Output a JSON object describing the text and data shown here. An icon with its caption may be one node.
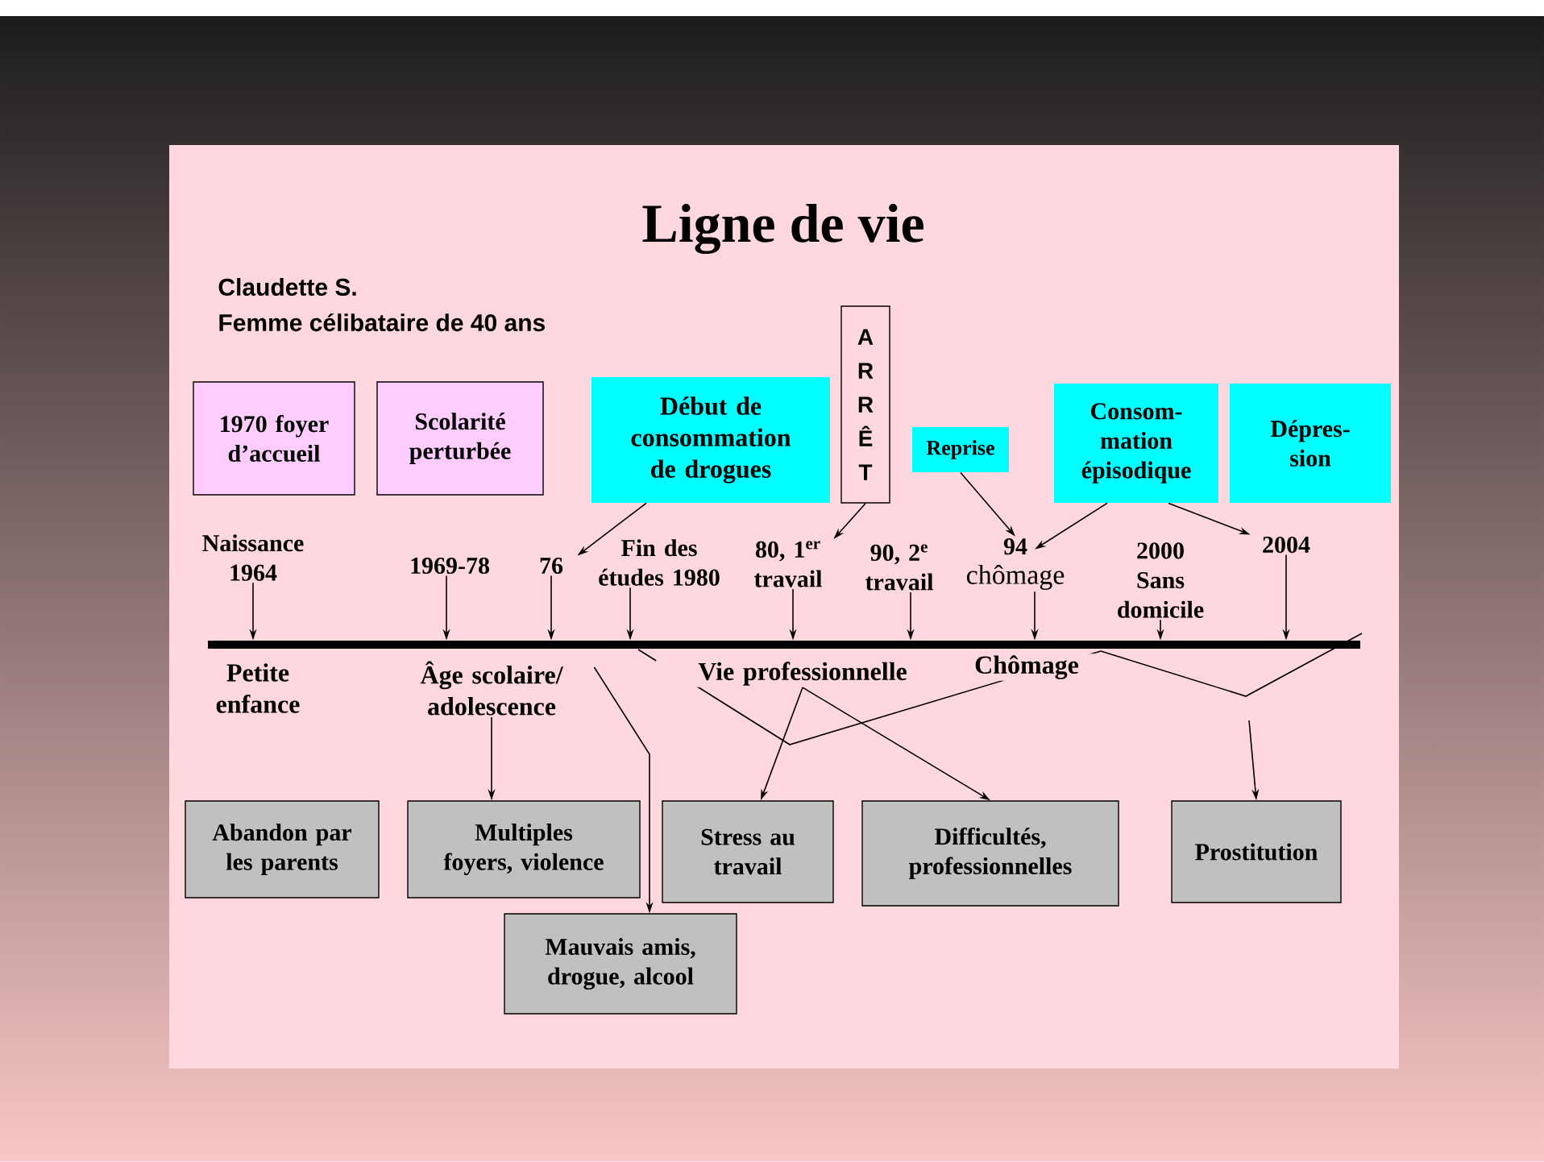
{
  "diagram": {
    "title": "Ligne de vie",
    "nodes": [
      {
        "text": [
          "1970 foyer d’accueil"
        ]
      },
      {
        "text": [
          "Scolarité perturbée"
        ]
      },
      {
        "text": [
          "Début de consommation de drogues"
        ]
      },
      {
        "text": [
          "A R R Ê T"
        ]
      },
      {
        "text": [
          "Reprise"
        ]
      },
      {
        "text": [
          "Consom-mation épisodique"
        ]
      },
      {
        "text": [
          "Dépres-sion"
        ]
      },
      {
        "text": [
          "Naissance 1964"
        ]
      },
      {
        "text": [
          "1969-78"
        ]
      },
      {
        "text": [
          "76"
        ]
      },
      {
        "text": [
          "Fin des études 1980"
        ]
      },
      {
        "text": [
          "80, 1$^{er}$ travail"
        ]
      },
      {
        "text": [
          "90, 2$^{e}$ travail"
        ]
      },
      {
        "text": [
          "94",
          "chômage"
        ]
      },
      {
        "text": [
          "2000",
          "Sans domicile"
        ]
      },
      {
        "text": [
          "2004"
        ]
      },
      {
        "text": [],
        "shape": "bar"
      },
      {
        "text": [
          "Petite enfance"
        ]
      },
      {
        "text": [
          "Âge scolaire/ adolescence"
        ]
      },
      {
        "text": [
          "Vie professionnelle"
        ]
      },
      {
        "text": [
          "Chômage"
        ]
      },
      {
        "text": [
          "Abandon par les parents"
        ]
      },
      {
        "text": [
          "Multiples foyers, violence"
        ]
      },
      {
        "text": [
          "Stress au travail"
        ]
      },
      {
        "text": [
          "Difficultés, professionnelles"
        ]
      },
      {
        "text": [
          "Prostitution"
        ]
      },
      {
        "text": [
          "Mauvais amis, drogue, alcool"
        ]
      }
    ],
    "edges": [
      {
        "from": 2,
        "to": 9,
        "arrow": "to"
      },
      {
        "from": 3,
        "to": 11,
        "arrow": "to"
      },
      {
        "from": 4,
        "to": 13,
        "arrow": "to"
      },
      {
        "from": 5,
        "to": 13,
        "arrow": "to"
      },
      {
        "from": 5,
        "to": 15,
        "arrow": "to"
      },
      {
        "from": 7,
        "to": 16,
        "arrow": "to"
      },
      {
        "from": 8,
        "to": 16,
        "arrow": "to"
      },
      {
        "from": 9,
        "to": 16,
        "arrow": "to"
      },
      {
        "from": 10,
        "to": 16,
        "arrow": "to"
      },
      {
        "from": 11,
        "to": 16,
        "arrow": "to"
      },
      {
        "from": 12,
        "to": 16,
        "arrow": "to"
      },
      {
        "from": 13,
        "to": 16,
        "arrow": "to"
      },
      {
        "from": 14,
        "to": 16,
        "arrow": "to"
      },
      {
        "from": 15,
        "to": 16,
        "arrow": "to"
      },
      {
        "from": 18,
        "to": 22,
        "arrow": "to"
      },
      {
        "from": 18,
        "to": 26,
        "arrow": "to"
      },
      {
        "from": 19,
        "to": 23,
        "arrow": "to"
      },
      {
        "from": 19,
        "to": 24,
        "arrow": "to"
      },
      {
        "from": null,
        "to": 25,
        "arrow": "to"
      }
    ],
    "labels": [
      "Claudette S.",
      "Femme célibataire de 40 ans"
    ]
  }
}
